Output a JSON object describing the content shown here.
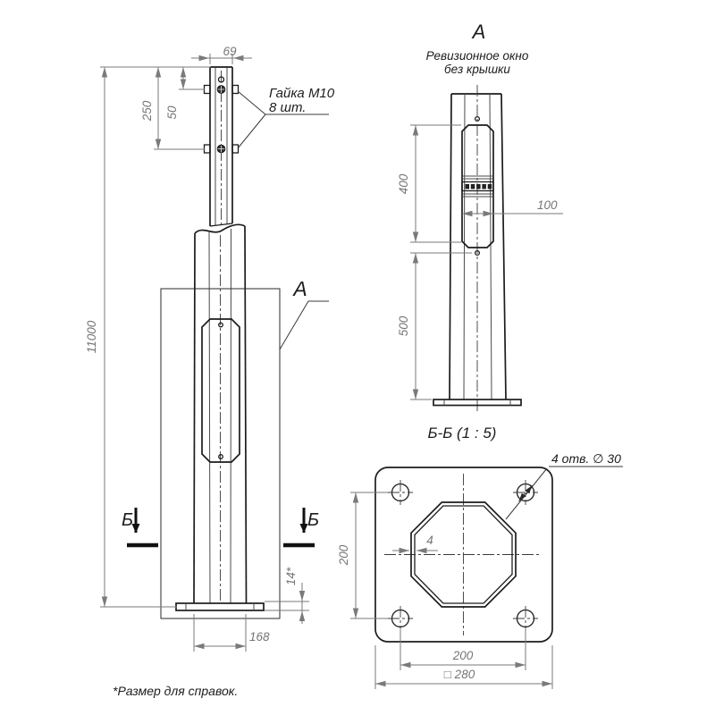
{
  "main_view": {
    "dim_height": "11000",
    "dim_250": "250",
    "dim_50": "50",
    "dim_69": "69",
    "nut_line1": "Гайка М10",
    "nut_line2": "8 шт.",
    "detail_label": "А",
    "section_left": "Б",
    "section_right": "Б",
    "dim_plate_thk": "14*",
    "dim_168": "168"
  },
  "view_a": {
    "title": "А",
    "subtitle1": "Ревизионное окно",
    "subtitle2": "без крышки",
    "dim_400": "400",
    "dim_100": "100",
    "dim_500": "500"
  },
  "section_bb": {
    "title": "Б-Б (1 : 5)",
    "holes_note": "4 отв. ∅ 30",
    "dim_wall": "4",
    "dim_200h": "200",
    "dim_200v": "200",
    "dim_280": "□ 280"
  },
  "footnote": "*Размер для справок.",
  "colors": {
    "line": "#1c1c1c",
    "dim": "#7a7a7a"
  }
}
